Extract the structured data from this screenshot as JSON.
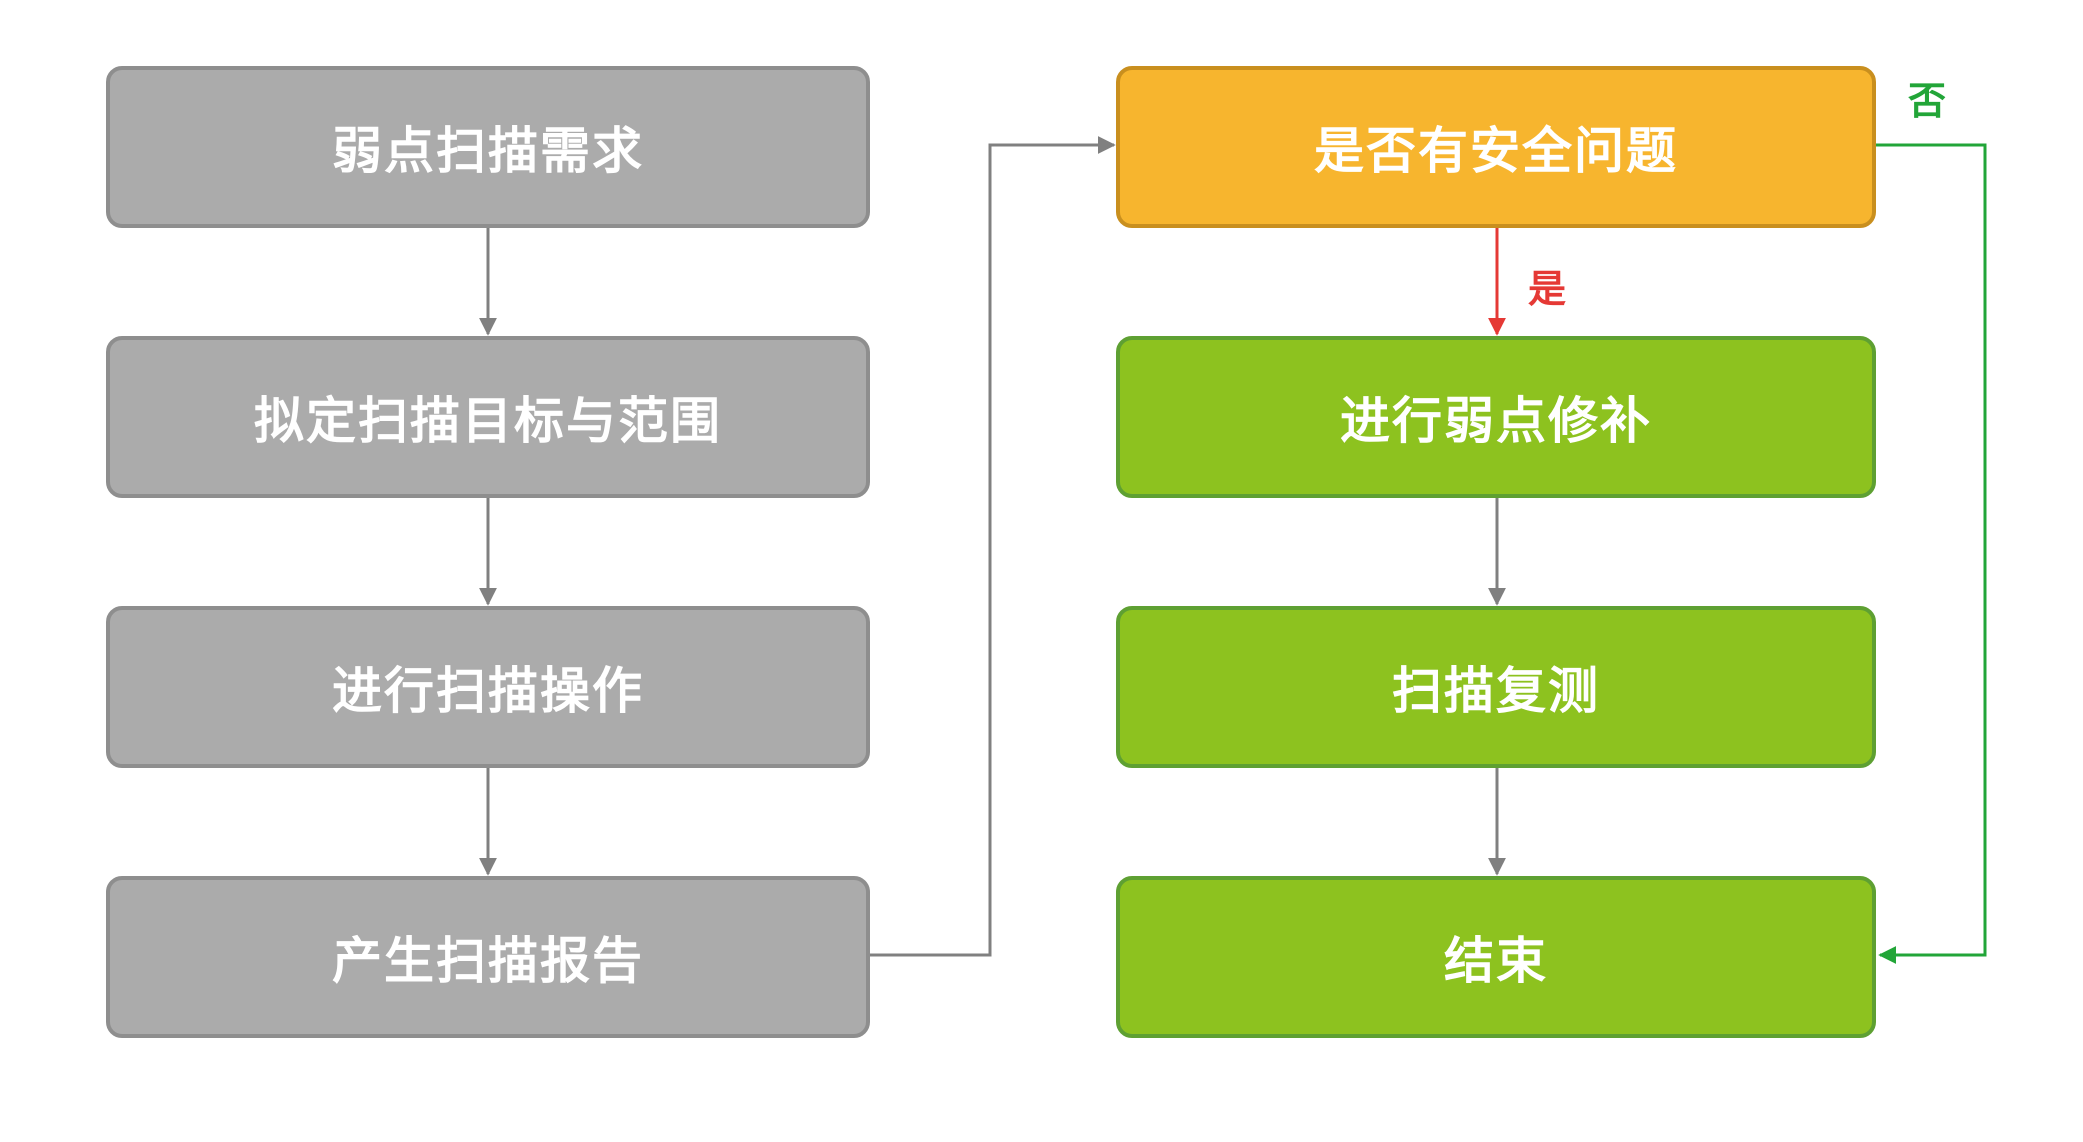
{
  "steps": {
    "need": "弱点扫描需求",
    "define": "拟定扫描目标与范围",
    "scan": "进行扫描操作",
    "report": "产生扫描报告",
    "decision": "是否有安全问题",
    "fix": "进行弱点修补",
    "rescan": "扫描复测",
    "end": "结束"
  },
  "labels": {
    "yes": "是",
    "no": "否"
  },
  "colors": {
    "process": "#ababab",
    "decision": "#f7b52e",
    "success": "#8dc21f",
    "yes_arrow": "#e53935",
    "no_arrow": "#22a538",
    "connector": "#808080"
  }
}
